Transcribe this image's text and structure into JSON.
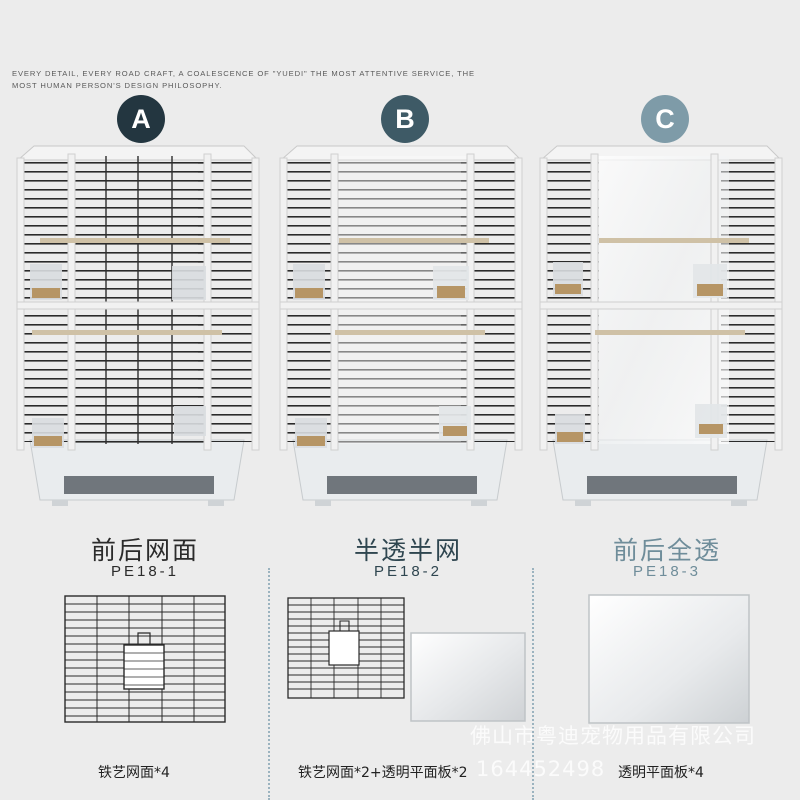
{
  "tagline": "EVERY DETAIL, EVERY ROAD CRAFT, A COALESCENCE OF \"YUEDI\" THE MOST ATTENTIVE SERVICE, THE MOST HUMAN PERSON'S DESIGN PHILOSOPHY.",
  "variants": [
    {
      "badge": "A",
      "badge_color": "#233640",
      "title": "前后网面",
      "title_color": "#2b2b2b",
      "code": "PE18-1",
      "caption": "铁艺网面*4"
    },
    {
      "badge": "B",
      "badge_color": "#3e5a66",
      "title": "半透半网",
      "title_color": "#2f4650",
      "code": "PE18-2",
      "caption": "铁艺网面*2+透明平面板*2"
    },
    {
      "badge": "C",
      "badge_color": "#7e9ba8",
      "title": "前后全透",
      "title_color": "#6f8d9a",
      "code": "PE18-3",
      "caption": "透明平面板*4"
    }
  ],
  "watermark": {
    "line1": "佛山市粤迪宠物用品有限公司",
    "line2": "164452498"
  }
}
